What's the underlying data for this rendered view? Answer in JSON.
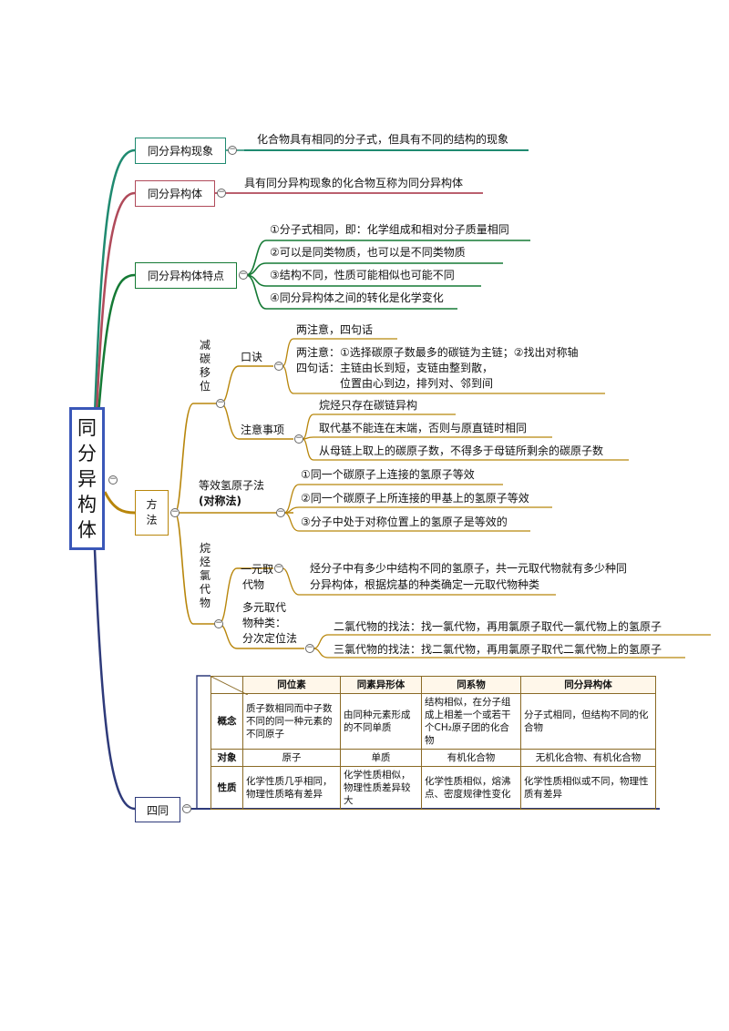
{
  "root": {
    "chars": [
      "同",
      "分",
      "异",
      "构",
      "体"
    ]
  },
  "nodes": {
    "phenomenon": {
      "label": "同分异构现象",
      "desc": "化合物具有相同的分子式，但具有不同的结构的现象"
    },
    "isomer": {
      "label": "同分异构体",
      "desc": "具有同分异构现象的化合物互称为同分异构体"
    },
    "features": {
      "label": "同分异构体特点",
      "items": [
        "①分子式相同，即：化学组成和相对分子质量相同",
        "②可以是同类物质，也可以是不同类物质",
        "③结构不同，性质可能相似也可能不同",
        "④同分异构体之间的转化是化学变化"
      ]
    },
    "method": {
      "label": "方法",
      "reduce_carbon": {
        "label": "减碳移位",
        "mnemonic": {
          "label": "口诀",
          "title": "两注意，四句话",
          "lines": [
            "两注意：①选择碳原子数最多的碳链为主链；②找出对称轴",
            "四句话：主链由长到短，支链由整到散，",
            "位置由心到边，排列对、邻到间"
          ]
        },
        "notes": {
          "label": "注意事项",
          "items": [
            "烷烃只存在碳链异构",
            "取代基不能连在末端，否则与原直链时相同",
            "从母链上取上的碳原子数，不得多于母链所剩余的碳原子数"
          ]
        }
      },
      "equivalent_h": {
        "label_line1": "等效氢原子法",
        "label_line2": "(对称法)",
        "items": [
          "①同一个碳原子上连接的氢原子等效",
          "②同一个碳原子上所连接的甲基上的氢原子等效",
          "③分子中处于对称位置上的氢原子是等效的"
        ]
      },
      "halide": {
        "label": "烷烃氯代物",
        "mono": {
          "label_line1": "一元取",
          "label_line2": "代物",
          "desc_line1": "烃分子中有多少中结构不同的氢原子，共一元取代物就有多少种同",
          "desc_line2": "分异构体，根据烷基的种类确定一元取代物种类"
        },
        "multi": {
          "label_lines": [
            "多元取代",
            "物种类：",
            "分次定位法"
          ],
          "items": [
            "二氯代物的找法：找一氯代物，再用氯原子取代一氯代物上的氢原子",
            "三氯代物的找法：找二氯代物，再用氯原子取代二氯代物上的氢原子"
          ]
        }
      }
    },
    "four": {
      "label": "四同",
      "table": {
        "headers": [
          "同位素",
          "同素异形体",
          "同系物",
          "同分异构体"
        ],
        "rows": [
          {
            "head": "概念",
            "cells": [
              "质子数相同而中子数不同的同一种元素的不同原子",
              "由同种元素形成的不同单质",
              "结构相似，在分子组成上相差一个或若干个CH₂原子团的化合物",
              "分子式相同，但结构不同的化合物"
            ]
          },
          {
            "head": "对象",
            "cells": [
              "原子",
              "单质",
              "有机化合物",
              "无机化合物、有机化合物"
            ]
          },
          {
            "head": "性质",
            "cells": [
              "化学性质几乎相同，物理性质略有差异",
              "化学性质相似，物理性质差异较大",
              "化学性质相似，熔沸点、密度规律性变化",
              "化学性质相似或不同，物理性质有差异"
            ]
          }
        ]
      }
    }
  },
  "colors": {
    "teal": "#1f8a70",
    "rose": "#b04a5a",
    "green": "#157a35",
    "gold": "#b8860b",
    "navy": "#2e3a7a",
    "root_border": "#3a57b8"
  }
}
